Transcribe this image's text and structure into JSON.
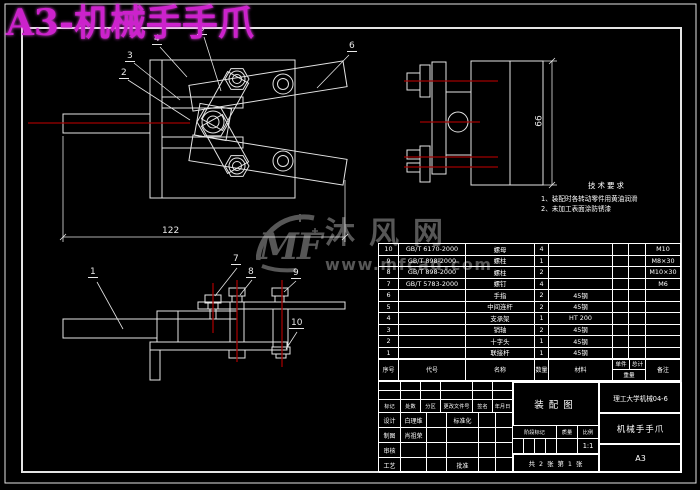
{
  "page_title": "A3-机械手手爪",
  "watermark": {
    "logo_text": "MF",
    "site_name": "沐风网",
    "site_url": "www.mfcad.com"
  },
  "tech_requirements": {
    "title": "技术要求",
    "items": [
      "1、装配时各转动零件用黄油润滑",
      "2、未加工表面涂防锈漆"
    ]
  },
  "dimensions": {
    "overall_length": "122",
    "side_height": "66"
  },
  "callouts": [
    "1",
    "2",
    "3",
    "4",
    "5",
    "6",
    "7",
    "8",
    "9",
    "10"
  ],
  "bom": {
    "headers": {
      "no": "序号",
      "code": "代号",
      "name": "名称",
      "qty": "数量",
      "material": "材料",
      "unit": "单件",
      "total": "总计",
      "weight": "重量",
      "remark": "备注"
    },
    "rows": [
      {
        "no": "10",
        "code": "GB/T 6170-2000",
        "name": "螺母",
        "qty": "4",
        "material": "",
        "remark": "M10"
      },
      {
        "no": "9",
        "code": "GB/T 898-2000",
        "name": "螺柱",
        "qty": "1",
        "material": "",
        "remark": "M8×30"
      },
      {
        "no": "8",
        "code": "GB/T 898-2000",
        "name": "螺柱",
        "qty": "2",
        "material": "",
        "remark": "M10×30"
      },
      {
        "no": "7",
        "code": "GB/T 5783-2000",
        "name": "螺钉",
        "qty": "4",
        "material": "",
        "remark": "M6"
      },
      {
        "no": "6",
        "code": "",
        "name": "手指",
        "qty": "2",
        "material": "45钢",
        "remark": ""
      },
      {
        "no": "5",
        "code": "",
        "name": "中间连杆",
        "qty": "2",
        "material": "45钢",
        "remark": ""
      },
      {
        "no": "4",
        "code": "",
        "name": "支承架",
        "qty": "1",
        "material": "HT 200",
        "remark": ""
      },
      {
        "no": "3",
        "code": "",
        "name": "销轴",
        "qty": "2",
        "material": "45钢",
        "remark": ""
      },
      {
        "no": "2",
        "code": "",
        "name": "十字头",
        "qty": "1",
        "material": "45钢",
        "remark": ""
      },
      {
        "no": "1",
        "code": "",
        "name": "联接杆",
        "qty": "1",
        "material": "45钢",
        "remark": ""
      }
    ]
  },
  "title_block": {
    "drawing_type": "装配图",
    "school": "理工大学机械04-6",
    "drawing_title": "机械手手爪",
    "sheet_size": "A3",
    "scale_value": "1:1",
    "sheet_note": "共 2 张 第 1 张",
    "labels": {
      "mark": "标记",
      "count": "处数",
      "zone": "分区",
      "change_file": "更改文件号",
      "sign": "签名",
      "date": "年月日",
      "design": "设计",
      "draft": "制图",
      "check": "审核",
      "process": "工艺",
      "standard": "标准化",
      "approve": "批准",
      "stage_mark": "阶段标记",
      "weight": "质量",
      "scale": "比例"
    },
    "names": {
      "designer": "白理维",
      "drafter": "肖祖荣"
    }
  },
  "colors": {
    "background": "#000000",
    "line": "#e4e4e4",
    "centerline": "#a00000",
    "title": "#cc22cc",
    "watermark": "#575757"
  }
}
